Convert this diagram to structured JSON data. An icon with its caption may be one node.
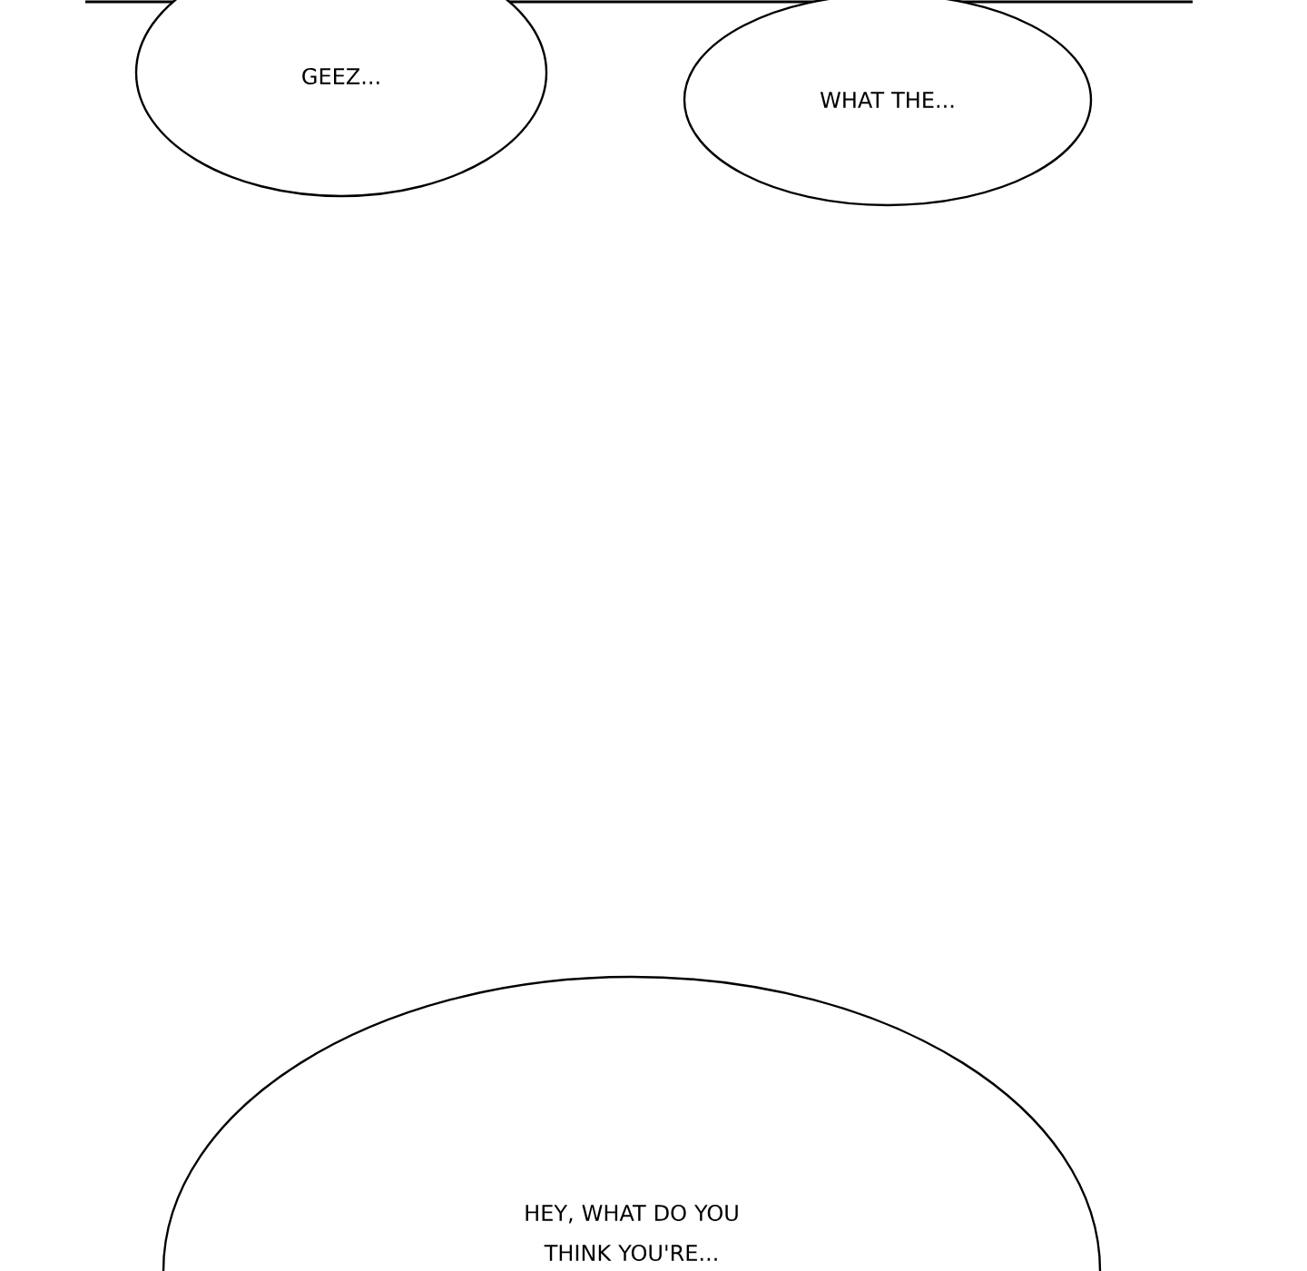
{
  "diagram": {
    "nodes": [
      {
        "text": [
          "GEEZ..."
        ]
      },
      {
        "text": [
          "WHAT THE..."
        ]
      },
      {
        "text": [
          "HEY, WHAT DO YOU THINK YOU'RE..."
        ]
      }
    ]
  }
}
